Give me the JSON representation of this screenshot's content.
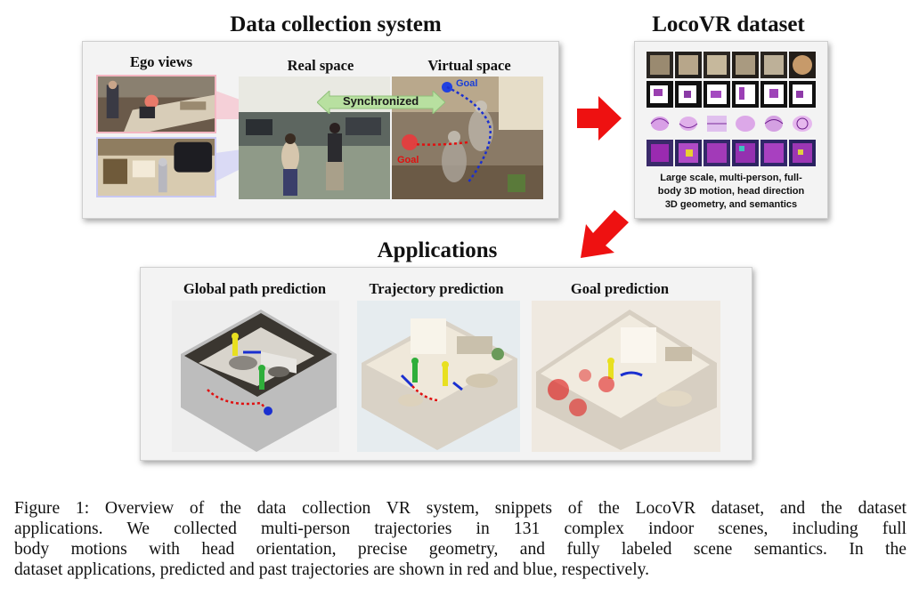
{
  "figure": {
    "data_collection": {
      "title": "Data collection system",
      "ego_views_label": "Ego views",
      "real_space_label": "Real space",
      "virtual_space_label": "Virtual space",
      "synchronized_label": "Synchronized",
      "goal_blue_label": "Goal",
      "goal_red_label": "Goal"
    },
    "dataset": {
      "title": "LocoVR dataset",
      "description_lines": [
        "Large scale, multi-person, full-",
        "body 3D motion, head direction",
        "3D geometry,  and semantics"
      ]
    },
    "applications": {
      "title": "Applications",
      "items": [
        {
          "label": "Global path prediction"
        },
        {
          "label": "Trajectory prediction"
        },
        {
          "label": "Goal prediction"
        }
      ]
    }
  },
  "caption": {
    "lines": [
      "Figure 1: Overview of the data collection VR system, snippets of the LocoVR dataset, and the dataset",
      "applications.  We collected multi-person trajectories in 131 complex indoor scenes, including full",
      "body motions with head orientation, precise geometry, and fully labeled scene semantics.  In the",
      "dataset applications, predicted and past trajectories are shown in red and blue, respectively."
    ]
  },
  "colors": {
    "predicted_trajectory": "#e01010",
    "past_trajectory": "#1a2fd0",
    "arrow": "#ee1111",
    "sync_arrow": "#b8e0a0"
  }
}
